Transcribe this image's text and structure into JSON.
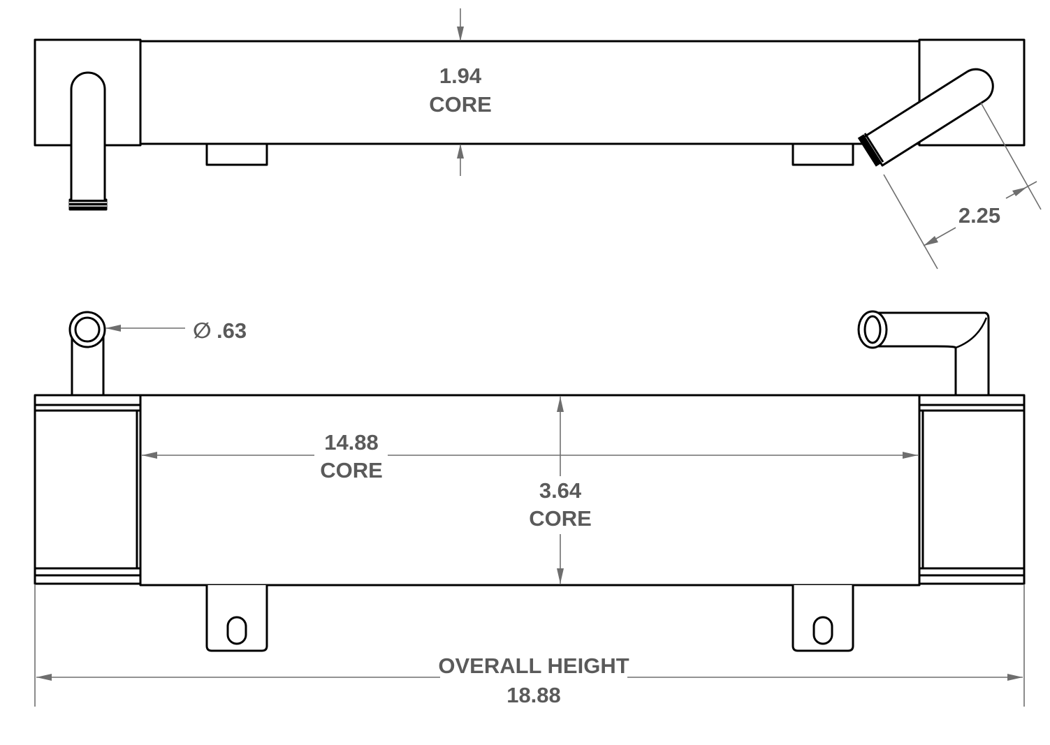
{
  "top_view": {
    "core_depth_value": "1.94",
    "core_depth_label": "CORE",
    "outlet_offset_value": "2.25"
  },
  "front_view": {
    "pipe_diameter_symbol": "∅",
    "pipe_diameter_value": ".63",
    "core_width_value": "14.88",
    "core_width_label": "CORE",
    "core_height_value": "3.64",
    "core_height_label": "CORE",
    "overall_label": "OVERALL HEIGHT",
    "overall_value": "18.88"
  }
}
